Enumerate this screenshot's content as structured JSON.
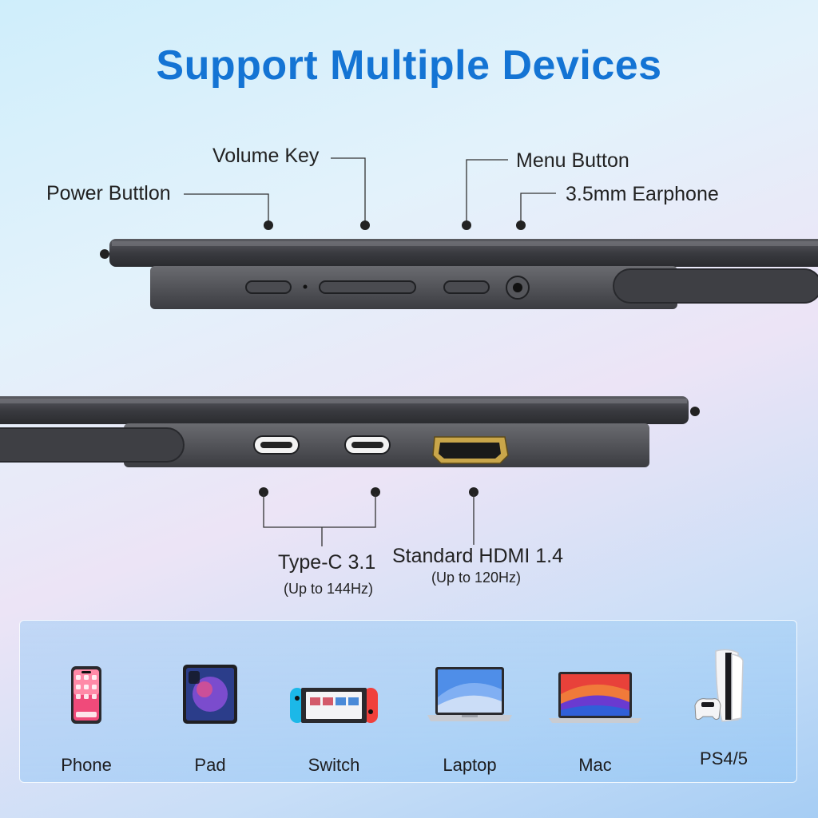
{
  "title": "Support Multiple Devices",
  "top_labels": {
    "power": "Power Buttlon",
    "volume": "Volume Key",
    "menu": "Menu Button",
    "earphone": "3.5mm Earphone"
  },
  "bottom_labels": {
    "typec": "Type-C 3.1",
    "typec_sub": "(Up to 144Hz)",
    "hdmi": "Standard HDMI 1.4",
    "hdmi_sub": "(Up to 120Hz)"
  },
  "devices": [
    {
      "label": "Phone",
      "icon": "phone-icon"
    },
    {
      "label": "Pad",
      "icon": "tablet-icon"
    },
    {
      "label": "Switch",
      "icon": "game-console-icon"
    },
    {
      "label": "Laptop",
      "icon": "laptop-icon"
    },
    {
      "label": "Mac",
      "icon": "macbook-icon"
    },
    {
      "label": "PS4/5",
      "icon": "playstation-icon"
    }
  ],
  "colors": {
    "title": "#1474d4",
    "device_body": "#3a3b40",
    "hdmi_gold": "#c9a64a"
  }
}
